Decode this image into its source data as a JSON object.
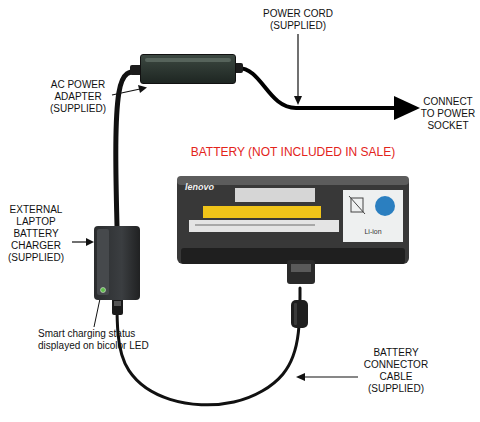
{
  "diagram": {
    "nodes": [
      {
        "text": [
          "AC POWER ADAPTER (SUPPLIED)"
        ]
      },
      {
        "text": [
          "BATTERY (NOT INCLUDED IN SALE)",
          "lenovo",
          "Li-ion"
        ]
      },
      {
        "text": [
          "EXTERNAL LAPTOP BATTERY CHARGER (SUPPLIED)"
        ]
      }
    ],
    "edges": [
      {
        "from": 0,
        "to": 2,
        "arrow": "none"
      },
      {
        "from": 2,
        "to": 1,
        "arrow": "none",
        "label": "BATTERY CONNECTOR CABLE (SUPPLIED)"
      }
    ],
    "labels": [
      "POWER CORD (SUPPLIED)",
      "CONNECT TO POWER SOCKET",
      "Smart charging status displayed on bicolor LED"
    ]
  }
}
